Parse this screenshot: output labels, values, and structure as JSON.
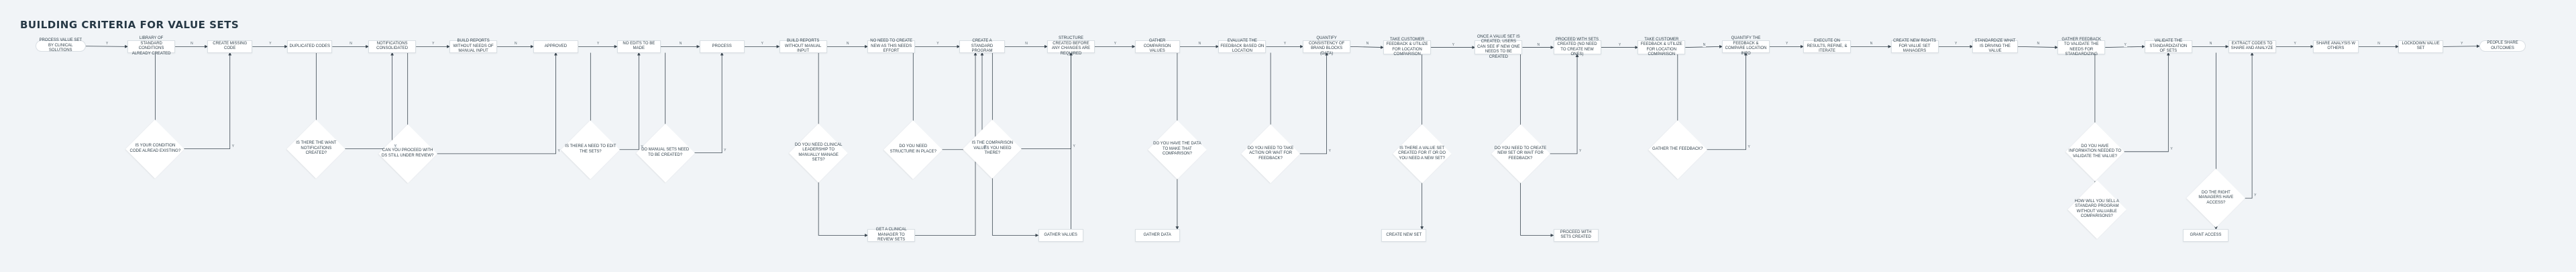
{
  "title": "BUILDING CRITERIA FOR VALUE SETS",
  "colors": {
    "background": "#f1f4f7",
    "node_fill": "#ffffff",
    "connector": "#3a4650",
    "title": "#263845"
  },
  "branch_labels": {
    "yes": "Y",
    "no": "N"
  },
  "nodes": [
    {
      "id": "n1",
      "shape": "terminal",
      "text": "PROCESS VALUE SET BY CLINICAL SOLUTIONS"
    },
    {
      "id": "n2",
      "shape": "process",
      "text": "LIBRARY OF STANDARD CONDITIONS ALREADY CREATED"
    },
    {
      "id": "d1",
      "shape": "decision",
      "text": "IS YOUR CONDITION CODE ALREAD EXISTING?"
    },
    {
      "id": "n3",
      "shape": "process",
      "text": "CREATE MISSING CODE"
    },
    {
      "id": "n4",
      "shape": "process",
      "text": "DUPLICATED CODES"
    },
    {
      "id": "d2",
      "shape": "decision",
      "text": "IS THERE THE WANT NOTIFICATIONS CREATED?"
    },
    {
      "id": "n5",
      "shape": "process",
      "text": "NOTIFICATIONS CONSOLIDATED"
    },
    {
      "id": "d3",
      "shape": "decision",
      "text": "CAN YOU PROCEED WITH DS STILL UNDER REVIEW?"
    },
    {
      "id": "n6",
      "shape": "process",
      "text": "BUILD REPORTS WITHOUT NEEDS OF MANUAL INPUT"
    },
    {
      "id": "n7",
      "shape": "process",
      "text": "APPROVED"
    },
    {
      "id": "d4",
      "shape": "decision",
      "text": "IS THERE A NEED TO EDIT THE SETS?"
    },
    {
      "id": "n8",
      "shape": "process",
      "text": "NO EDITS TO BE MADE"
    },
    {
      "id": "d5",
      "shape": "decision",
      "text": "DO MANUAL SETS NEED TO BE CREATED?"
    },
    {
      "id": "n9",
      "shape": "process",
      "text": "PROCESS"
    },
    {
      "id": "n10",
      "shape": "process",
      "text": "BUILD REPORTS WITHOUT MANUAL INPUT"
    },
    {
      "id": "d6",
      "shape": "decision",
      "text": "DO YOU NEED CLINICAL LEADERSHIP TO MANUALLY MANAGE SETS?"
    },
    {
      "id": "n11",
      "shape": "process",
      "text": "NO NEED TO CREATE NEW AS THIS NEEDS EFFORT"
    },
    {
      "id": "d7",
      "shape": "decision",
      "text": "DO YOU NEED STRUCTURE IN PLACE?"
    },
    {
      "id": "n12",
      "shape": "process",
      "text": "GET A CLINICAL MANAGER TO REVIEW SETS"
    },
    {
      "id": "n13",
      "shape": "process",
      "text": "CREATE A STANDARD PROGRAM"
    },
    {
      "id": "d8",
      "shape": "decision",
      "text": "IS THE COMPARISON VALUES YOU NEED THERE?"
    },
    {
      "id": "n14",
      "shape": "process",
      "text": "GATHER VALUES"
    },
    {
      "id": "n15",
      "shape": "process",
      "text": "STRUCTURE CREATED BEFORE ANY CHANGES ARE REQUIRED"
    },
    {
      "id": "n16",
      "shape": "process",
      "text": "GATHER COMPARISON VALUES"
    },
    {
      "id": "d9",
      "shape": "decision",
      "text": "DO YOU HAVE THE DATA TO MAKE THAT COMPARISON?"
    },
    {
      "id": "n17",
      "shape": "process",
      "text": "GATHER DATA"
    },
    {
      "id": "n18",
      "shape": "process",
      "text": "EVALUATE THE FEEDBACK BASED ON LOCATION"
    },
    {
      "id": "d10",
      "shape": "decision",
      "text": "DO YOU NEED TO TAKE ACTION OR WAIT FOR FEEDBACK?"
    },
    {
      "id": "n19",
      "shape": "process",
      "text": "QUANTIFY CONSISTENCY OF BRAND BLOCKS (DATA)"
    },
    {
      "id": "n20",
      "shape": "process",
      "text": "TAKE CUSTOMER FEEDBACK & UTILIZE FOR LOCATION COMPARISON"
    },
    {
      "id": "d11",
      "shape": "decision",
      "text": "IS THERE A VALUE SET CREATED FOR IT OR DO YOU NEED A NEW SET?"
    },
    {
      "id": "n21",
      "shape": "process",
      "text": "CREATE NEW SET"
    },
    {
      "id": "n22",
      "shape": "process",
      "text": "ONCE A VALUE SET IS CREATED, USERS CAN SEE IF NEW ONE NEEDS TO BE CREATED"
    },
    {
      "id": "d12",
      "shape": "decision",
      "text": "DO YOU NEED TO CREATE NEW SET OR WAIT FOR FEEDBACK?"
    },
    {
      "id": "n23",
      "shape": "process",
      "text": "PROCEED WITH SETS CREATED (NO NEED TO CREATE NEW ONES)"
    },
    {
      "id": "n24",
      "shape": "process",
      "text": "PROCEED WITH SETS CREATED"
    },
    {
      "id": "n25",
      "shape": "process",
      "text": "TAKE CUSTOMER FEEDBACK & UTILIZE FOR LOCATION COMPARISON"
    },
    {
      "id": "d13",
      "shape": "decision",
      "text": "GATHER THE FEEDBACK?"
    },
    {
      "id": "n26",
      "shape": "process",
      "text": "QUANTIFY THE FEEDBACK & COMPARE LOCATION INFO"
    },
    {
      "id": "n27",
      "shape": "process",
      "text": "EXECUTE ON RESULTS, REFINE, & ITERATE"
    },
    {
      "id": "n28",
      "shape": "process",
      "text": "CREATE NEW RIGHTS FOR VALUE SET MANAGERS"
    },
    {
      "id": "n29",
      "shape": "process",
      "text": "STANDARDIZE WHAT IS DRIVING THE VALUE"
    },
    {
      "id": "n30",
      "shape": "process",
      "text": "GATHER FEEDBACK TO VALIDATE THE NEEDS FOR STANDARDIZING"
    },
    {
      "id": "d14",
      "shape": "decision",
      "text": "DO YOU HAVE INFORMATION NEEDED TO VALIDATE THE VALUE?"
    },
    {
      "id": "d15",
      "shape": "decision",
      "text": "HOW WILL YOU SELL A STANDARD PROGRAM WITHOUT VALUABLE COMPARISONS?"
    },
    {
      "id": "n31",
      "shape": "process",
      "text": "VALIDATE THE STANDARDIZATION OF SETS"
    },
    {
      "id": "d16",
      "shape": "decision",
      "text": "DO THE RIGHT MANAGERS HAVE ACCESS?"
    },
    {
      "id": "n32",
      "shape": "process",
      "text": "GRANT ACCESS"
    },
    {
      "id": "n33",
      "shape": "process",
      "text": "EXTRACT CODES TO SHARE AND ANALYZE"
    },
    {
      "id": "n34",
      "shape": "process",
      "text": "SHARE ANALYSIS W OTHERS"
    },
    {
      "id": "n35",
      "shape": "process",
      "text": "LOCKDOWN VALUE SET"
    },
    {
      "id": "n36",
      "shape": "terminal",
      "text": "PEOPLE SHARE OUTCOMES"
    }
  ]
}
